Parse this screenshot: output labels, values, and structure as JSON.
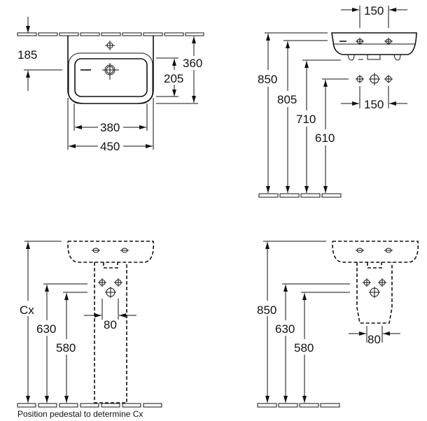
{
  "top_left_view": {
    "dim_185": "185",
    "dim_205": "205",
    "dim_360": "360",
    "dim_380": "380",
    "dim_450": "450"
  },
  "top_right_view": {
    "dim_150_top": "150",
    "dim_150_bottom": "150",
    "dim_850": "850",
    "dim_805": "805",
    "dim_710": "710",
    "dim_610": "610"
  },
  "bottom_left_view": {
    "dim_cx": "Cx",
    "dim_630": "630",
    "dim_580": "580",
    "dim_80": "80",
    "caption": "Position pedestal to determine Cx"
  },
  "bottom_right_view": {
    "dim_850": "850",
    "dim_630": "630",
    "dim_580": "580",
    "dim_80": "80"
  }
}
